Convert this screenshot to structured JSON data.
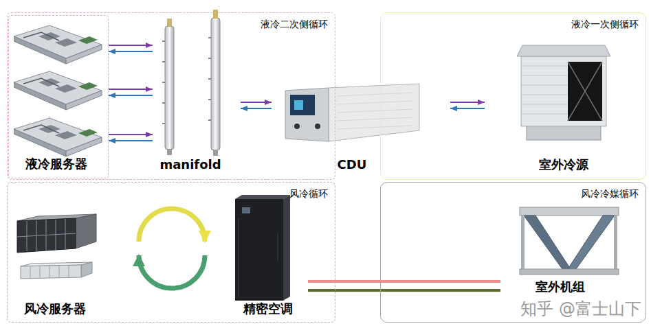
{
  "diagram": {
    "nodes": [
      {
        "text": [
          "液冷二次侧循环"
        ]
      },
      {
        "text": [
          "液冷服务器"
        ],
        "in": 0
      },
      {
        "text": [
          "manifold"
        ],
        "in": 0
      },
      {
        "text": [
          "CDU"
        ]
      },
      {
        "text": [
          "液冷一次侧循环"
        ]
      },
      {
        "text": [
          "室外冷源"
        ],
        "in": 4
      },
      {
        "text": [
          "风冷循环"
        ]
      },
      {
        "text": [
          "风冷服务器"
        ],
        "in": 6
      },
      {
        "text": [
          "精密空调"
        ],
        "in": 6
      },
      {
        "text": [
          "风冷冷媒循环"
        ]
      },
      {
        "text": [
          "室外机组"
        ],
        "in": 9
      }
    ],
    "edges": [
      {
        "from": 1,
        "to": 2,
        "arrow": "to"
      },
      {
        "from": 2,
        "to": 1,
        "arrow": "to"
      },
      {
        "from": 1,
        "to": 2,
        "arrow": "to"
      },
      {
        "from": 2,
        "to": 1,
        "arrow": "to"
      },
      {
        "from": 1,
        "to": 2,
        "arrow": "to"
      },
      {
        "from": 2,
        "to": 1,
        "arrow": "to"
      },
      {
        "from": 2,
        "to": 3,
        "arrow": "to"
      },
      {
        "from": 3,
        "to": 2,
        "arrow": "to"
      },
      {
        "from": 3,
        "to": 5,
        "arrow": "to"
      },
      {
        "from": 5,
        "to": 3,
        "arrow": "to"
      },
      {
        "from": 7,
        "to": 8,
        "arrow": "to"
      },
      {
        "from": 8,
        "to": 7,
        "arrow": "to"
      },
      {
        "from": 8,
        "to": 10,
        "arrow": "none"
      },
      {
        "from": 8,
        "to": 10,
        "arrow": "none"
      }
    ],
    "labels": [
      "知乎 @富士山下"
    ]
  }
}
